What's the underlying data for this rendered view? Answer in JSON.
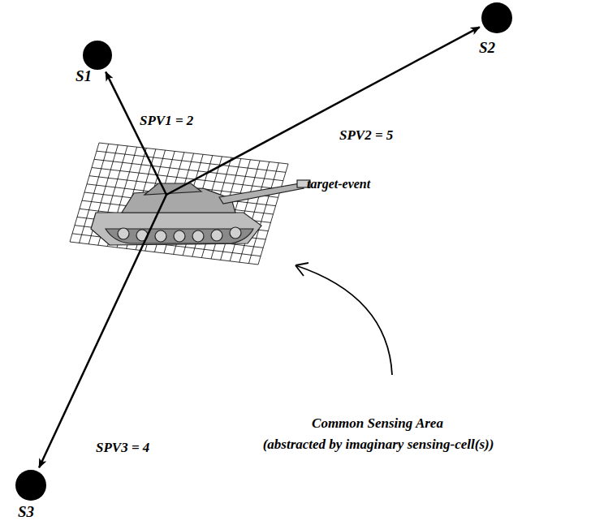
{
  "diagram": {
    "nodes": [
      {
        "text": [
          "S1"
        ]
      },
      {
        "text": [
          "S2"
        ]
      },
      {
        "text": [
          "target-event"
        ]
      },
      {
        "text": [
          "S3"
        ]
      }
    ],
    "edges": [
      {
        "from": 2,
        "to": 0,
        "arrow": "to",
        "label": "SPV1 = 2"
      },
      {
        "from": 2,
        "to": 1,
        "arrow": "to",
        "label": "SPV2 = 5"
      },
      {
        "from": 2,
        "to": 3,
        "arrow": "to",
        "label": "SPV3 = 4"
      }
    ],
    "labels": [
      "Common Sensing Area",
      "(abstracted by imaginary sensing-cell(s))"
    ]
  }
}
